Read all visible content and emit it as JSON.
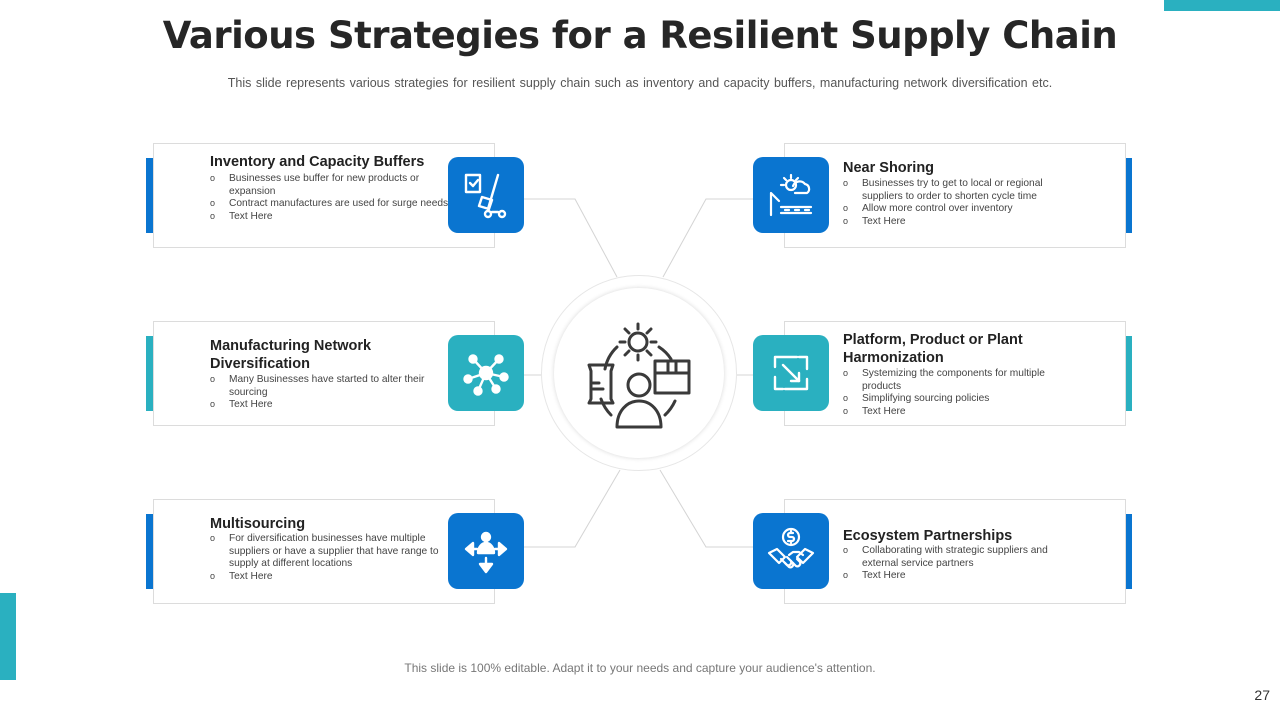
{
  "title": "Various Strategies for a Resilient Supply Chain",
  "subtitle": "This slide represents various  strategies for resilient supply chain such as inventory  and capacity buffers, manufacturing  network diversification  etc.",
  "colors": {
    "blue": "#0a75d0",
    "teal": "#2ab0c0",
    "line": "#d4d4d4"
  },
  "center_icon": "supply-chain-person-icon",
  "strategies": [
    {
      "title": "Inventory and Capacity Buffers",
      "icon": "inventory-cart-icon",
      "color": "blue",
      "bullets": [
        "Businesses use buffer for new products or expansion",
        "Contract manufactures are used for surge needs",
        "Text Here"
      ]
    },
    {
      "title": "Manufacturing Network Diversification",
      "icon": "network-nodes-icon",
      "color": "teal",
      "bullets": [
        "Many Businesses have started to alter their sourcing",
        "Text Here"
      ]
    },
    {
      "title": "Multisourcing",
      "icon": "multisourcing-arrows-icon",
      "color": "blue",
      "bullets": [
        "For diversification businesses have multiple suppliers or have a supplier that have range to supply at different locations",
        "Text Here"
      ]
    },
    {
      "title": "Near Shoring",
      "icon": "near-shoring-icon",
      "color": "blue",
      "bullets": [
        "Businesses try to get to local or regional suppliers to order to shorten cycle time",
        "Allow more control over inventory",
        "Text Here"
      ]
    },
    {
      "title": "Platform, Product or Plant Harmonization",
      "icon": "harmonization-icon",
      "color": "teal",
      "bullets": [
        "Systemizing the components  for multiple products",
        "Simplifying sourcing policies",
        "Text Here"
      ]
    },
    {
      "title": "Ecosystem Partnerships",
      "icon": "handshake-partnership-icon",
      "color": "blue",
      "bullets": [
        "Collaborating  with strategic suppliers and external service partners",
        "Text Here"
      ]
    }
  ],
  "footer": "This slide is 100% editable. Adapt it to your needs and capture your audience's attention.",
  "page_number": "27"
}
